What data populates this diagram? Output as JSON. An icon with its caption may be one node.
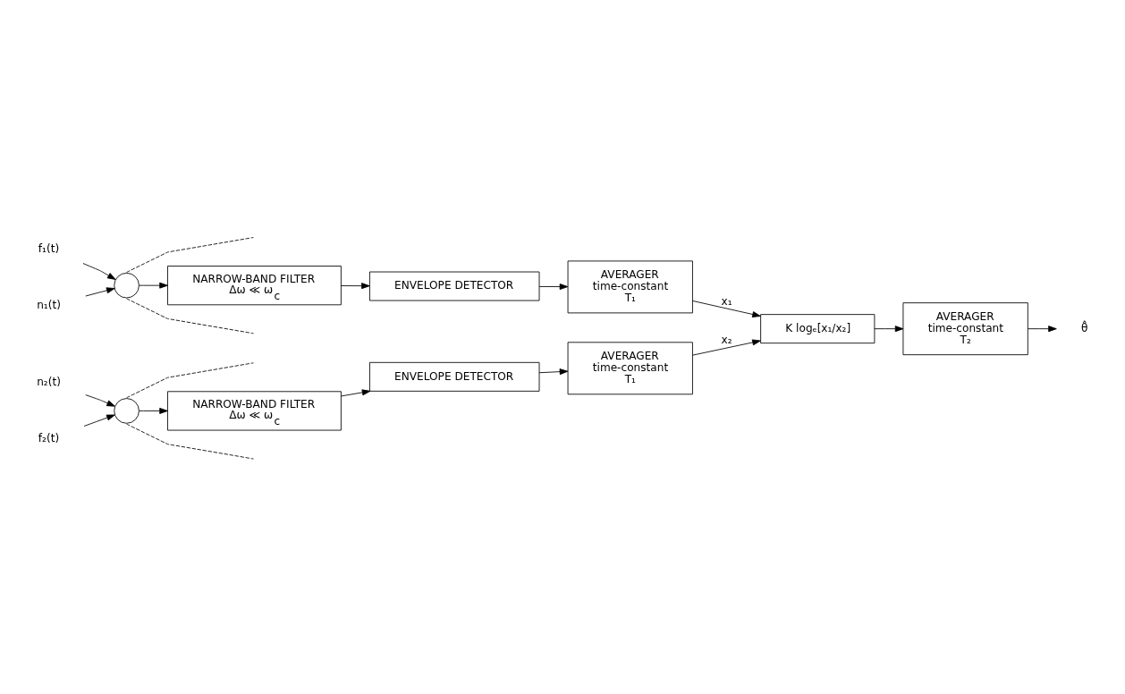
{
  "diagram": {
    "nodes": [
      {
        "text": [
          "f₁(t)"
        ]
      },
      {
        "text": [],
        "shape": "circle"
      },
      {
        "text": [
          "n₁(t)"
        ]
      },
      {
        "text": [
          "NARROW-BAND FILTER",
          "Δω ≪ ω$_{c}$"
        ]
      },
      {
        "text": [
          "ENVELOPE DETECTOR"
        ]
      },
      {
        "text": [
          "AVERAGER",
          "time-constant",
          "T₁"
        ]
      },
      {
        "text": [
          "K logₑ[x₁/x₂]"
        ]
      },
      {
        "text": [
          "AVERAGER",
          "time-constant",
          "T₂"
        ]
      },
      {
        "text": [
          "θ̂"
        ]
      },
      {
        "text": [
          "f₂(t)"
        ]
      },
      {
        "text": [],
        "shape": "circle"
      },
      {
        "text": [
          "n₂(t)"
        ]
      },
      {
        "text": [
          "NARROW-BAND FILTER",
          "Δω ≪ ω$_{c}$"
        ]
      },
      {
        "text": [
          "ENVELOPE DETECTOR"
        ]
      },
      {
        "text": [
          "AVERAGER",
          "time-constant",
          "T₁"
        ]
      }
    ],
    "edges": [
      {
        "from": 0,
        "to": 1,
        "arrow": "to"
      },
      {
        "from": 2,
        "to": 1,
        "arrow": "to"
      },
      {
        "from": 1,
        "to": 3,
        "arrow": "to"
      },
      {
        "from": 1,
        "to": null,
        "arrow": "none",
        "style": "dashed"
      },
      {
        "from": 1,
        "to": null,
        "arrow": "none",
        "style": "dashed"
      },
      {
        "from": 3,
        "to": 4,
        "arrow": "to"
      },
      {
        "from": 4,
        "to": 5,
        "arrow": "to"
      },
      {
        "from": 5,
        "to": 6,
        "arrow": "to",
        "label": "x₁"
      },
      {
        "from": 6,
        "to": 7,
        "arrow": "to"
      },
      {
        "from": 7,
        "to": 8,
        "arrow": "to"
      },
      {
        "from": 9,
        "to": 10,
        "arrow": "to"
      },
      {
        "from": 11,
        "to": 10,
        "arrow": "to"
      },
      {
        "from": 10,
        "to": 12,
        "arrow": "to"
      },
      {
        "from": 10,
        "to": null,
        "arrow": "none",
        "style": "dashed"
      },
      {
        "from": 10,
        "to": null,
        "arrow": "none",
        "style": "dashed"
      },
      {
        "from": 12,
        "to": 13,
        "arrow": "to"
      },
      {
        "from": 13,
        "to": 14,
        "arrow": "to"
      },
      {
        "from": 14,
        "to": 6,
        "arrow": "to",
        "label": "x₂"
      }
    ]
  }
}
